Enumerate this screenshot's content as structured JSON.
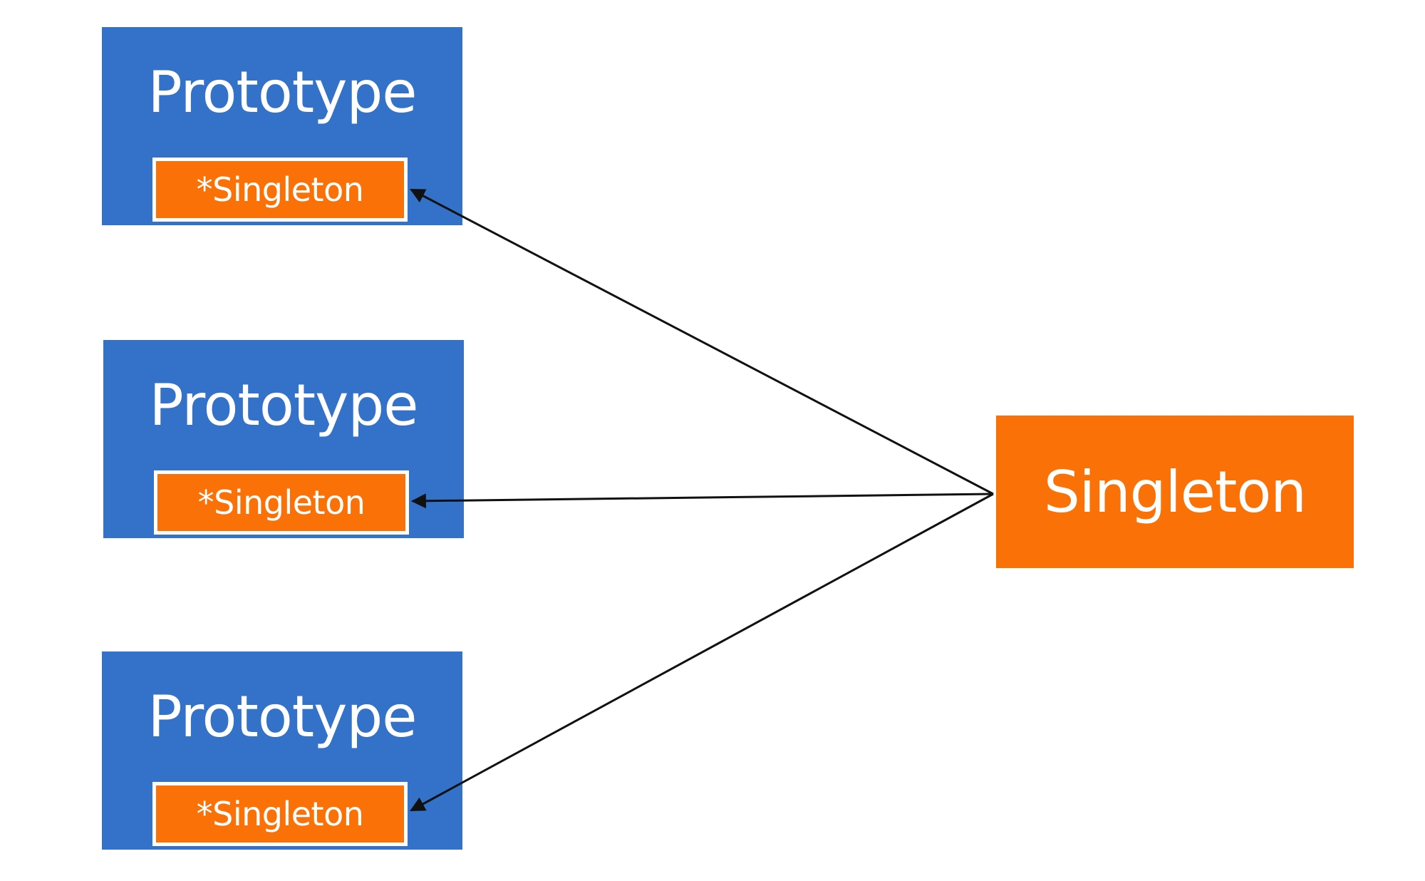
{
  "diagram": {
    "prototypes": [
      {
        "title": "Prototype",
        "ref_label": "*Singleton"
      },
      {
        "title": "Prototype",
        "ref_label": "*Singleton"
      },
      {
        "title": "Prototype",
        "ref_label": "*Singleton"
      }
    ],
    "singleton": {
      "label": "Singleton"
    },
    "colors": {
      "prototype_fill": "#3472c9",
      "singleton_fill": "#fa7207",
      "text": "#ffffff",
      "arrow": "#111111"
    }
  }
}
